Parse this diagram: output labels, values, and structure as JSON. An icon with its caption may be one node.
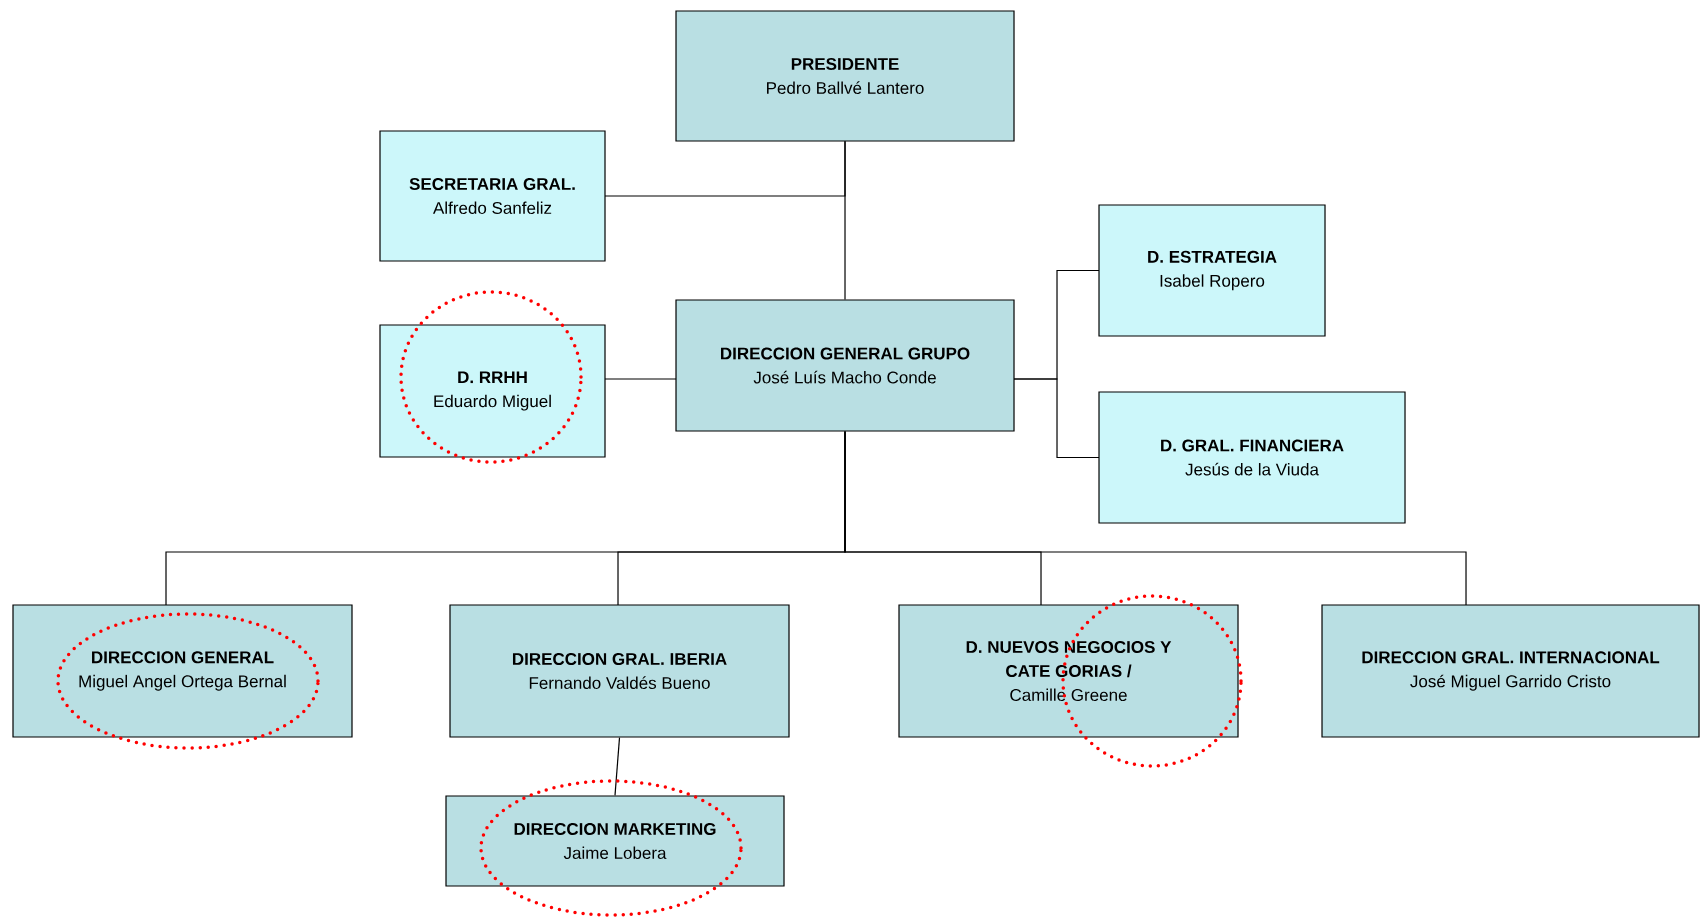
{
  "diagram": {
    "nodes": [
      {
        "text": [
          "PRESIDENTE",
          "Pedro Ballvé Lantero"
        ]
      },
      {
        "text": [
          "SECRETARIA GRAL.",
          "Alfredo Sanfeliz"
        ]
      },
      {
        "text": [
          "D. RRHH",
          "Eduardo Miguel"
        ]
      },
      {
        "text": [
          "DIRECCION GENERAL  GRUPO",
          "José Luís Macho Conde"
        ]
      },
      {
        "text": [
          "D. ESTRATEGIA",
          "Isabel Ropero"
        ]
      },
      {
        "text": [
          "D. GRAL. FINANCIERA",
          "Jesús de la Viuda"
        ]
      },
      {
        "text": [
          "DIRECCION GENERAL",
          "Miguel Angel Ortega Bernal"
        ]
      },
      {
        "text": [
          "DIRECCION GRAL.  IBERIA",
          "Fernando Valdés Bueno"
        ]
      },
      {
        "text": [
          "D. NUEVOS NEGOCIOS Y CATE GORIAS /",
          "Camille Greene"
        ]
      },
      {
        "text": [
          "DIRECCION GRAL.  INTERNACIONAL",
          "José Miguel Garrido Cristo"
        ]
      },
      {
        "text": [
          "DIRECCION MARKETING",
          "Jaime Lobera"
        ]
      }
    ],
    "edges": [
      {
        "from": 0,
        "to": 1,
        "arrow": "none"
      },
      {
        "from": 0,
        "to": 3,
        "arrow": "none"
      },
      {
        "from": 3,
        "to": 2,
        "arrow": "none"
      },
      {
        "from": 3,
        "to": 4,
        "arrow": "none"
      },
      {
        "from": 3,
        "to": 5,
        "arrow": "none"
      },
      {
        "from": 3,
        "to": 6,
        "arrow": "none"
      },
      {
        "from": 3,
        "to": 7,
        "arrow": "none"
      },
      {
        "from": 3,
        "to": 8,
        "arrow": "none"
      },
      {
        "from": 3,
        "to": 9,
        "arrow": "none"
      },
      {
        "from": 7,
        "to": 10,
        "arrow": "none"
      }
    ]
  }
}
